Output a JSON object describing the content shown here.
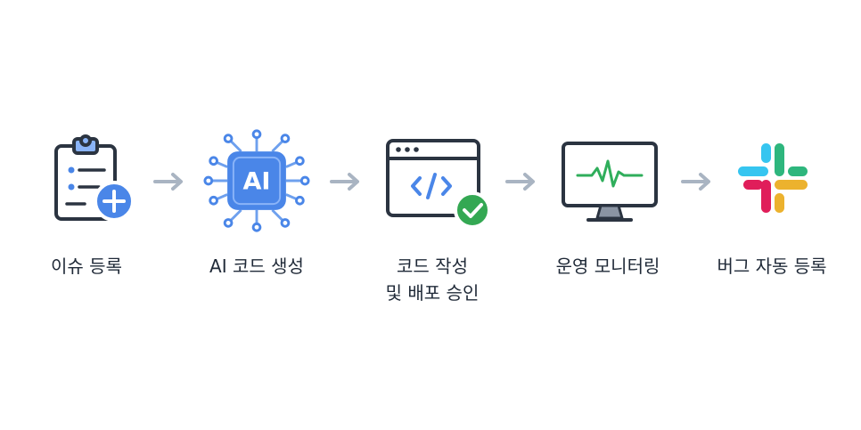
{
  "steps": [
    {
      "id": "issue",
      "icon": "clipboard-add-icon",
      "label": [
        "이슈 등록"
      ]
    },
    {
      "id": "ai",
      "icon": "ai-chip-icon",
      "icon_text": "AI",
      "label": [
        "AI 코드 생성"
      ]
    },
    {
      "id": "code",
      "icon": "code-window-check-icon",
      "label": [
        "코드 작성",
        "및 배포 승인"
      ]
    },
    {
      "id": "monitor",
      "icon": "monitor-pulse-icon",
      "label": [
        "운영 모니터링"
      ]
    },
    {
      "id": "bug",
      "icon": "slack-icon",
      "label": [
        "버그 자동 등록"
      ]
    }
  ],
  "colors": {
    "stroke": "#2b3441",
    "accent_blue": "#4a86e8",
    "success_green": "#34a853",
    "arrow": "#a9b4c2",
    "pulse": "#2fae5b"
  }
}
